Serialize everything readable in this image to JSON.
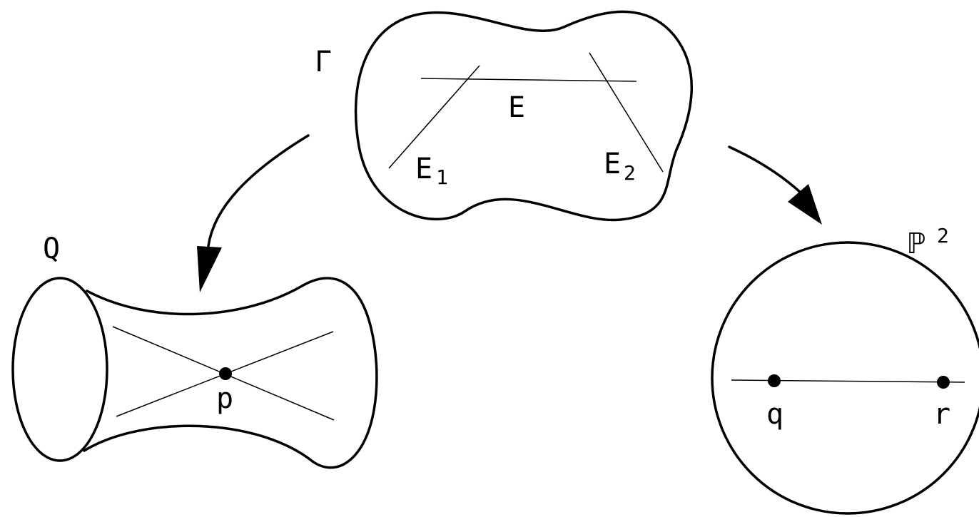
{
  "labels": {
    "gamma": "Γ",
    "e": "E",
    "e1_main": "E",
    "e1_sub": "1",
    "e2_main": "E",
    "e2_sub": "2",
    "q_surface": "Q",
    "point_p": "p",
    "p2_main": "ℙ",
    "p2_sup": "2",
    "point_q": "q",
    "point_r": "r"
  },
  "colors": {
    "ink": "#000000",
    "background": "#ffffff"
  }
}
